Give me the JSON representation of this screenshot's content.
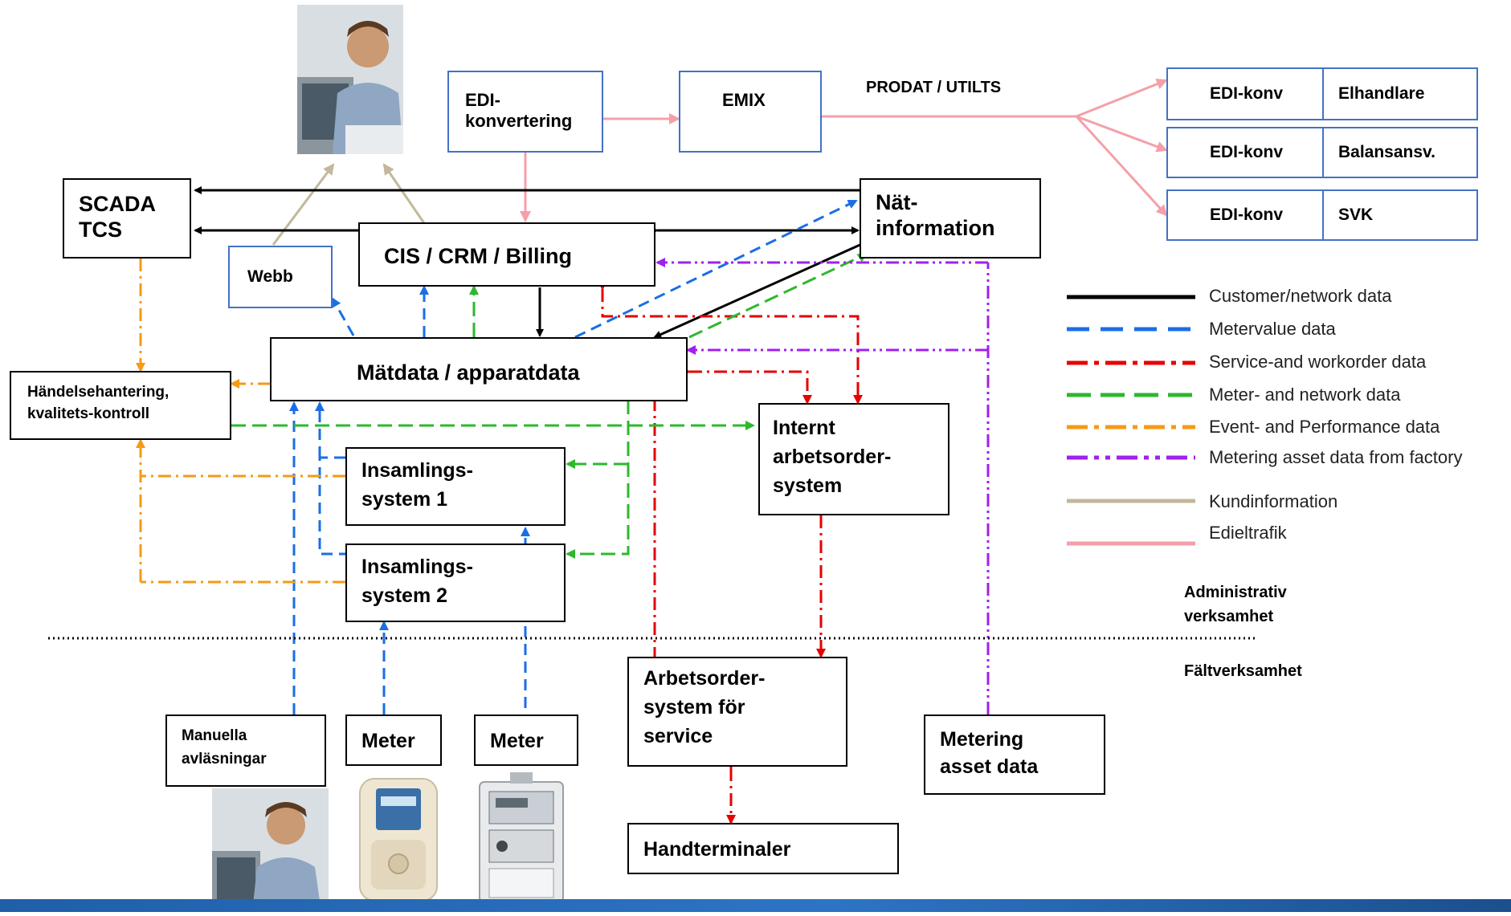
{
  "systems": {
    "scada": [
      "SCADA",
      "TCS"
    ],
    "webb": "Webb",
    "cis": "CIS / CRM / Billing",
    "net_info": [
      "Nät-",
      "information"
    ],
    "edi_conv": [
      "EDI-",
      "konvertering"
    ],
    "emix": "EMIX",
    "matdata": "Mätdata / apparatdata",
    "handelse": [
      "Händelsehantering,",
      "kvalitets-kontroll"
    ],
    "insamling1": [
      "Insamlings-",
      "system 1"
    ],
    "insamling2": [
      "Insamlings-",
      "system 2"
    ],
    "internt": [
      "Internt",
      "arbetsorder-",
      "system"
    ],
    "arbetsorder": [
      "Arbetsorder-",
      "system för",
      "service"
    ],
    "handterminaler": "Handterminaler",
    "manuella": [
      "Manuella",
      "avläsningar"
    ],
    "meter1": "Meter",
    "meter2": "Meter",
    "metering_asset": [
      "Metering",
      "asset data"
    ]
  },
  "external": {
    "prodat_label": "PRODAT / UTILTS",
    "partners": [
      {
        "edi": "EDI-konv",
        "name": "Elhandlare"
      },
      {
        "edi": "EDI-konv",
        "name": "Balansansv."
      },
      {
        "edi": "EDI-konv",
        "name": "SVK"
      }
    ]
  },
  "zones": {
    "administrative": [
      "Administrativ",
      "verksamhet"
    ],
    "field": "Fältverksamhet"
  },
  "legend": [
    {
      "label": "Customer/network data",
      "color": "#000000",
      "style": "solid"
    },
    {
      "label": "Metervalue data",
      "color": "#1a6ee6",
      "style": "dashed"
    },
    {
      "label": "Service-and workorder data",
      "color": "#e60000",
      "style": "dashdot"
    },
    {
      "label": "Meter- and network data",
      "color": "#2db82d",
      "style": "dashed"
    },
    {
      "label": "Event- and Performance data",
      "color": "#f59a16",
      "style": "dashdot"
    },
    {
      "label": "Metering asset data from factory",
      "color": "#a020f0",
      "style": "dashdotdot"
    },
    {
      "label": "Kundinformation",
      "color": "#c2b89a",
      "style": "solid"
    },
    {
      "label": "Edieltrafik",
      "color": "#f4a0a8",
      "style": "solid"
    }
  ],
  "pictures": {
    "operator_top": "person-at-computer-icon",
    "operator_bottom": "person-at-computer-icon",
    "meter_left": "electricity-meter-icon",
    "meter_right": "electricity-meter-icon"
  }
}
